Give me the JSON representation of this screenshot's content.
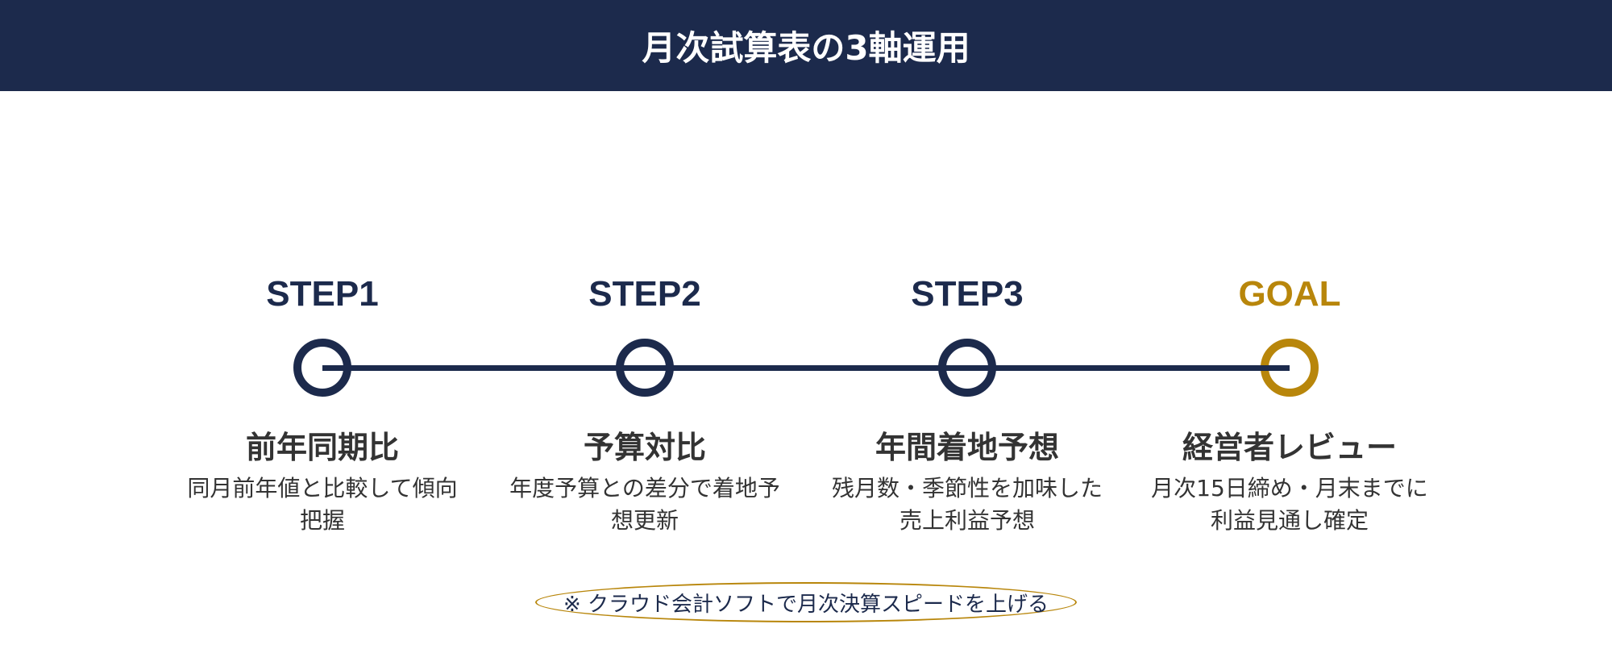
{
  "header": {
    "title": "月次試算表の3軸運用"
  },
  "colors": {
    "navy": "#1c2a4c",
    "gold": "#b8860b",
    "text": "#333333"
  },
  "steps": [
    {
      "label": "STEP1",
      "title": "前年同期比",
      "desc_line1": "同月前年値と比較して傾向",
      "desc_line2": "把握"
    },
    {
      "label": "STEP2",
      "title": "予算対比",
      "desc_line1": "年度予算との差分で着地予",
      "desc_line2": "想更新"
    },
    {
      "label": "STEP3",
      "title": "年間着地予想",
      "desc_line1": "残月数・季節性を加味した",
      "desc_line2": "売上利益予想"
    },
    {
      "label": "GOAL",
      "title": "経営者レビュー",
      "desc_line1": "月次15日締め・月末までに",
      "desc_line2": "利益見通し確定"
    }
  ],
  "note": {
    "text": "※ クラウド会計ソフトで月次決算スピードを上げる"
  }
}
